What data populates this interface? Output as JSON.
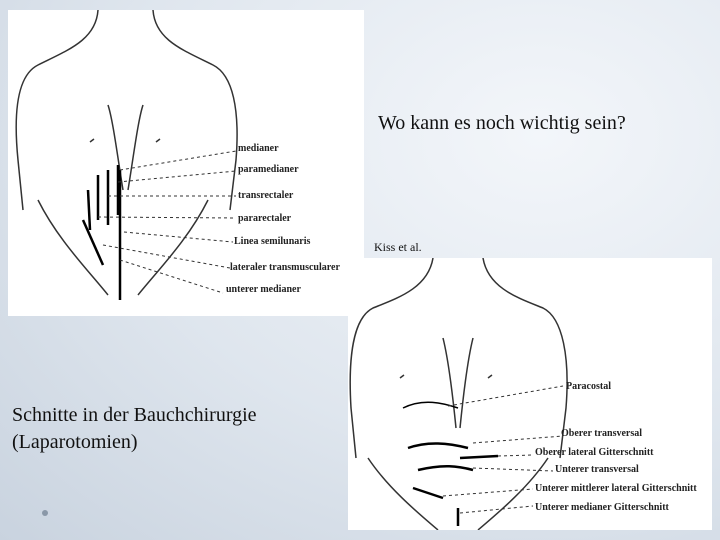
{
  "slide": {
    "title": "Wo kann es noch wichtig sein?",
    "citation": "Kiss et al.",
    "subtitle_line1": "Schnitte in der Bauchchirurgie",
    "subtitle_line2": "(Laparotomien)"
  },
  "figure1": {
    "labels": [
      "medianer",
      "paramedianer",
      "transrectaler",
      "pararectaler",
      "Linea semilunaris",
      "lateraler transmuscularer",
      "unterer medianer"
    ]
  },
  "figure2": {
    "labels": [
      "Paracostal",
      "Oberer transversal",
      "Oberer lateral Gitterschnitt",
      "Unterer transversal",
      "Unterer mittlerer lateral Gitterschnitt",
      "Unterer medianer Gitterschnitt"
    ]
  }
}
